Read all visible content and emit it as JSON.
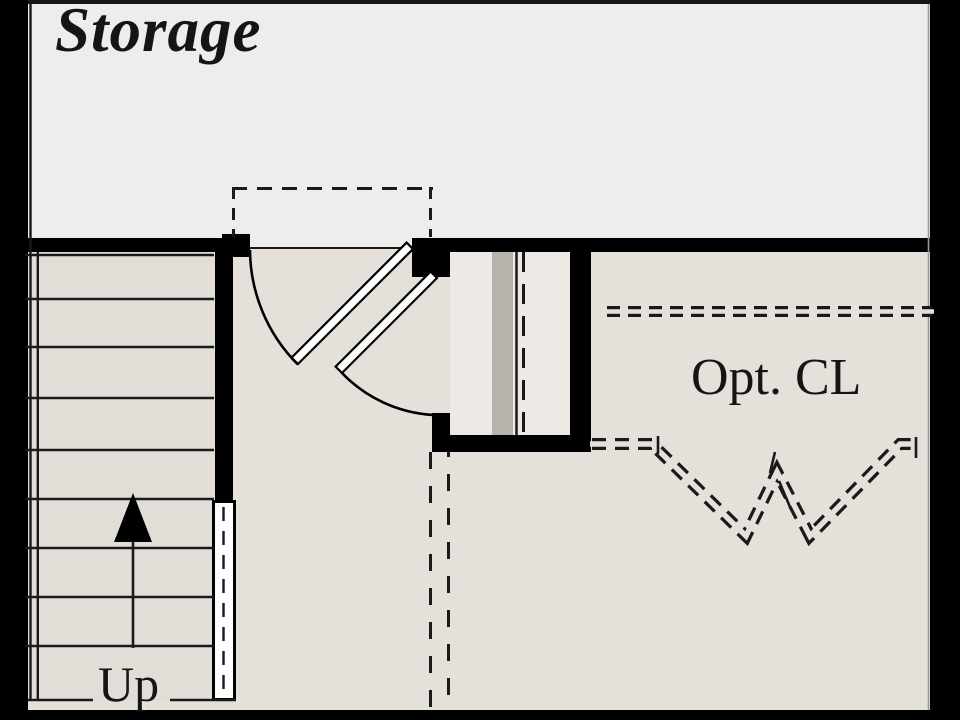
{
  "floor_plan": {
    "labels": {
      "storage": "Storage",
      "optional_closet": "Opt. CL",
      "stairs_direction": "Up"
    },
    "symbols": [
      "staircase-up-arrow",
      "door-swing-arc-left",
      "door-swing-arc-right",
      "cased-opening-dashed-rectangle",
      "optional-closet-rod-dashed-lines",
      "handrail-dashed-line"
    ],
    "colors": {
      "wall": "#000000",
      "storage_floor": "#ededed",
      "hall_floor": "#e5e1da",
      "stairs_floor": "#e2ded7",
      "closet_interior": "#edeae5",
      "closet_strip": "#b7b3ac",
      "line": "#1a1a1a",
      "door_leaf": "#ffffff"
    }
  }
}
